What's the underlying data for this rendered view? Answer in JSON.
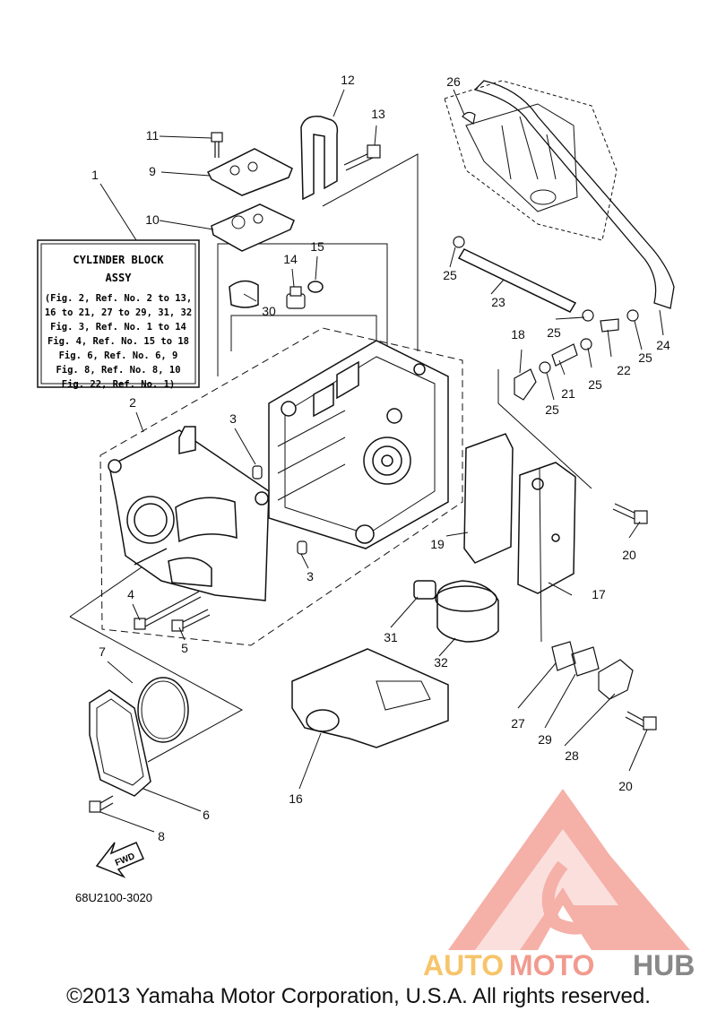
{
  "diagram": {
    "legend": {
      "lines": [
        "CYLINDER BLOCK",
        "ASSY",
        "(Fig. 2, Ref. No. 2 to 13,",
        "16 to 21, 27 to 29, 31, 32",
        "Fig. 3, Ref. No. 1 to 14",
        "Fig. 4, Ref. No. 15 to 18",
        "Fig. 6, Ref. No. 6, 9",
        "Fig. 8, Ref. No. 8, 10",
        "Fig. 22, Ref. No. 1)"
      ]
    },
    "callouts": [
      "1",
      "2",
      "3",
      "3",
      "4",
      "5",
      "6",
      "7",
      "8",
      "9",
      "10",
      "11",
      "12",
      "13",
      "14",
      "15",
      "16",
      "17",
      "18",
      "19",
      "20",
      "20",
      "21",
      "22",
      "23",
      "24",
      "25",
      "25",
      "25",
      "25",
      "25",
      "26",
      "27",
      "28",
      "29",
      "30",
      "31",
      "32"
    ],
    "fwd_label": "FWD",
    "part_code": "68U2100-3020"
  },
  "watermark": {
    "brand_part1": "AUTO",
    "brand_part2": "MOTO",
    "brand_part3": "HUB",
    "colors": {
      "logo": "#f4a39a",
      "auto": "#f6c46a",
      "moto": "#f29a8e",
      "hub": "#888888"
    }
  },
  "footer": {
    "copyright": "©2013 Yamaha Motor Corporation, U.S.A. All rights reserved."
  }
}
